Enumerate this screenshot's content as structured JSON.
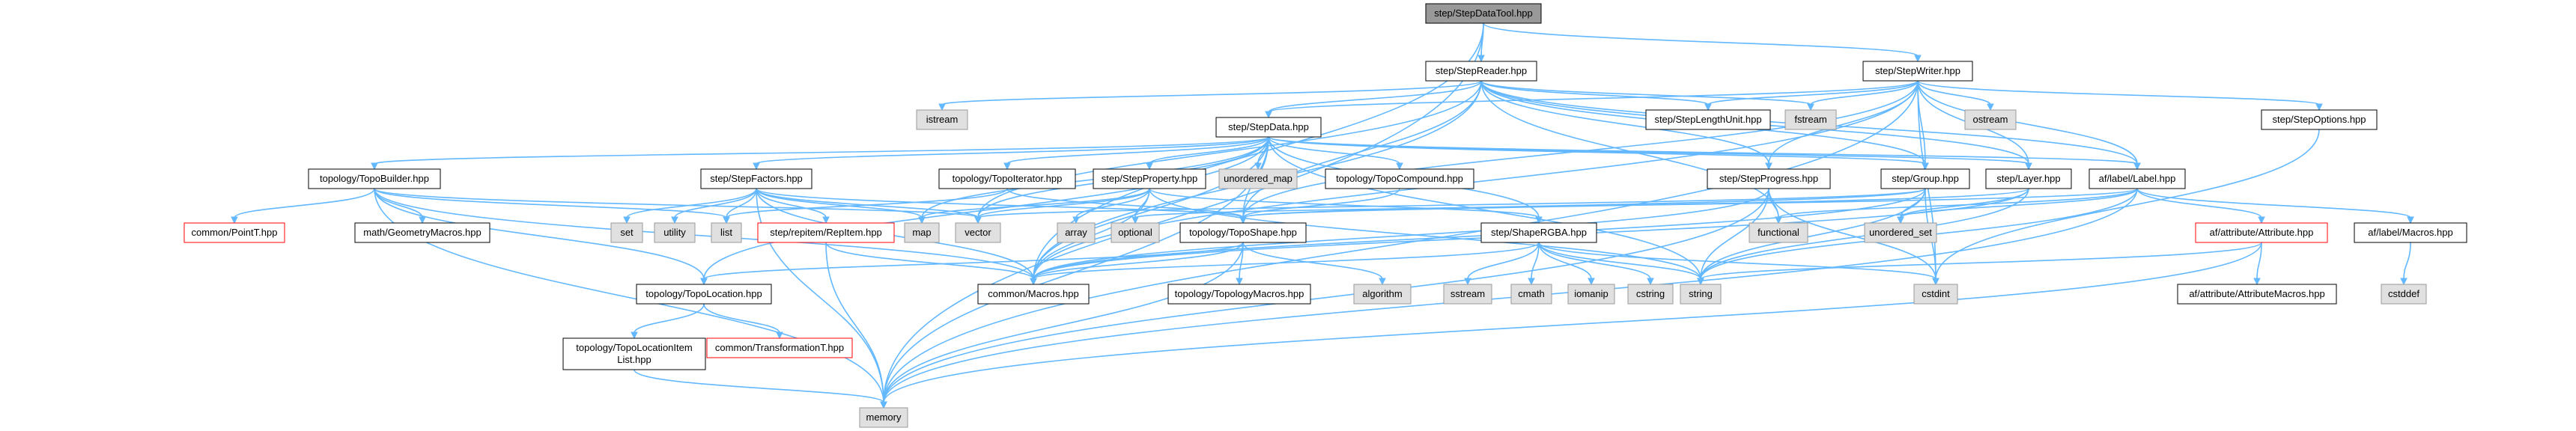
{
  "colors": {
    "root_fill": "#999999",
    "node_fill": "#ffffff",
    "node_stroke": "#000000",
    "missing_fill": "#ffffff",
    "missing_stroke": "#ff0000",
    "external_fill": "#e0e0e0",
    "external_stroke": "#999999",
    "edge": "#63b8ff"
  },
  "nodes": [
    {
      "id": "root",
      "lines": [
        "step/StepDataTool.hpp"
      ],
      "kind": "root"
    },
    {
      "id": "stepreader",
      "lines": [
        "step/StepReader.hpp"
      ],
      "kind": "internal"
    },
    {
      "id": "stepwriter",
      "lines": [
        "step/StepWriter.hpp"
      ],
      "kind": "internal"
    },
    {
      "id": "istream",
      "lines": [
        "istream"
      ],
      "kind": "external"
    },
    {
      "id": "stepdata",
      "lines": [
        "step/StepData.hpp"
      ],
      "kind": "internal"
    },
    {
      "id": "steplengthunit",
      "lines": [
        "step/StepLengthUnit.hpp"
      ],
      "kind": "internal"
    },
    {
      "id": "fstream",
      "lines": [
        "fstream"
      ],
      "kind": "external"
    },
    {
      "id": "ostream",
      "lines": [
        "ostream"
      ],
      "kind": "external"
    },
    {
      "id": "stepoptions",
      "lines": [
        "step/StepOptions.hpp"
      ],
      "kind": "internal"
    },
    {
      "id": "topobuilder",
      "lines": [
        "topology/TopoBuilder.hpp"
      ],
      "kind": "internal"
    },
    {
      "id": "stepfactors",
      "lines": [
        "step/StepFactors.hpp"
      ],
      "kind": "internal"
    },
    {
      "id": "topoiterator",
      "lines": [
        "topology/TopoIterator.hpp"
      ],
      "kind": "internal"
    },
    {
      "id": "stepproperty",
      "lines": [
        "step/StepProperty.hpp"
      ],
      "kind": "internal"
    },
    {
      "id": "unordered_map",
      "lines": [
        "unordered_map"
      ],
      "kind": "external"
    },
    {
      "id": "topocompound",
      "lines": [
        "topology/TopoCompound.hpp"
      ],
      "kind": "internal"
    },
    {
      "id": "stepprogress",
      "lines": [
        "step/StepProgress.hpp"
      ],
      "kind": "internal"
    },
    {
      "id": "stepgroup",
      "lines": [
        "step/Group.hpp"
      ],
      "kind": "internal"
    },
    {
      "id": "steplayer",
      "lines": [
        "step/Layer.hpp"
      ],
      "kind": "internal"
    },
    {
      "id": "aflabel",
      "lines": [
        "af/label/Label.hpp"
      ],
      "kind": "internal"
    },
    {
      "id": "pointt",
      "lines": [
        "common/PointT.hpp"
      ],
      "kind": "missing"
    },
    {
      "id": "geommacros",
      "lines": [
        "math/GeometryMacros.hpp"
      ],
      "kind": "internal"
    },
    {
      "id": "set",
      "lines": [
        "set"
      ],
      "kind": "external"
    },
    {
      "id": "utility",
      "lines": [
        "utility"
      ],
      "kind": "external"
    },
    {
      "id": "list",
      "lines": [
        "list"
      ],
      "kind": "external"
    },
    {
      "id": "repitem",
      "lines": [
        "step/repitem/RepItem.hpp"
      ],
      "kind": "missing"
    },
    {
      "id": "map",
      "lines": [
        "map"
      ],
      "kind": "external"
    },
    {
      "id": "vector",
      "lines": [
        "vector"
      ],
      "kind": "external"
    },
    {
      "id": "array",
      "lines": [
        "array"
      ],
      "kind": "external"
    },
    {
      "id": "optional",
      "lines": [
        "optional"
      ],
      "kind": "external"
    },
    {
      "id": "toposhape",
      "lines": [
        "topology/TopoShape.hpp"
      ],
      "kind": "internal"
    },
    {
      "id": "shapergba",
      "lines": [
        "step/ShapeRGBA.hpp"
      ],
      "kind": "internal"
    },
    {
      "id": "functional",
      "lines": [
        "functional"
      ],
      "kind": "external"
    },
    {
      "id": "unordered_set",
      "lines": [
        "unordered_set"
      ],
      "kind": "external"
    },
    {
      "id": "afattribute",
      "lines": [
        "af/attribute/Attribute.hpp"
      ],
      "kind": "missing"
    },
    {
      "id": "aflabelmacros",
      "lines": [
        "af/label/Macros.hpp"
      ],
      "kind": "internal"
    },
    {
      "id": "topolocation",
      "lines": [
        "topology/TopoLocation.hpp"
      ],
      "kind": "internal"
    },
    {
      "id": "commonmacros",
      "lines": [
        "common/Macros.hpp"
      ],
      "kind": "internal"
    },
    {
      "id": "topomacros",
      "lines": [
        "topology/TopologyMacros.hpp"
      ],
      "kind": "internal"
    },
    {
      "id": "algorithm",
      "lines": [
        "algorithm"
      ],
      "kind": "external"
    },
    {
      "id": "sstream",
      "lines": [
        "sstream"
      ],
      "kind": "external"
    },
    {
      "id": "cmath",
      "lines": [
        "cmath"
      ],
      "kind": "external"
    },
    {
      "id": "iomanip",
      "lines": [
        "iomanip"
      ],
      "kind": "external"
    },
    {
      "id": "cstring",
      "lines": [
        "cstring"
      ],
      "kind": "external"
    },
    {
      "id": "string",
      "lines": [
        "string"
      ],
      "kind": "external"
    },
    {
      "id": "cstdint",
      "lines": [
        "cstdint"
      ],
      "kind": "external"
    },
    {
      "id": "attrmacros",
      "lines": [
        "af/attribute/AttributeMacros.hpp"
      ],
      "kind": "internal"
    },
    {
      "id": "cstddef",
      "lines": [
        "cstddef"
      ],
      "kind": "external"
    },
    {
      "id": "topolocitemlist",
      "lines": [
        "topology/TopoLocationItem",
        "List.hpp"
      ],
      "kind": "internal"
    },
    {
      "id": "transformt",
      "lines": [
        "common/TransformationT.hpp"
      ],
      "kind": "missing"
    },
    {
      "id": "memory",
      "lines": [
        "memory"
      ],
      "kind": "external"
    }
  ],
  "edges": [
    [
      "root",
      "stepreader"
    ],
    [
      "root",
      "stepwriter"
    ],
    [
      "root",
      "commonmacros"
    ],
    [
      "root",
      "memory"
    ],
    [
      "stepreader",
      "istream"
    ],
    [
      "stepreader",
      "stepdata"
    ],
    [
      "stepreader",
      "steplengthunit"
    ],
    [
      "stepreader",
      "fstream"
    ],
    [
      "stepreader",
      "stepprogress"
    ],
    [
      "stepreader",
      "stepgroup"
    ],
    [
      "stepreader",
      "steplayer"
    ],
    [
      "stepreader",
      "aflabel"
    ],
    [
      "stepreader",
      "toposhape"
    ],
    [
      "stepreader",
      "commonmacros"
    ],
    [
      "stepreader",
      "vector"
    ],
    [
      "stepreader",
      "functional"
    ],
    [
      "stepwriter",
      "ostream"
    ],
    [
      "stepwriter",
      "stepdata"
    ],
    [
      "stepwriter",
      "steplengthunit"
    ],
    [
      "stepwriter",
      "fstream"
    ],
    [
      "stepwriter",
      "stepoptions"
    ],
    [
      "stepwriter",
      "stepprogress"
    ],
    [
      "stepwriter",
      "stepgroup"
    ],
    [
      "stepwriter",
      "steplayer"
    ],
    [
      "stepwriter",
      "aflabel"
    ],
    [
      "stepwriter",
      "toposhape"
    ],
    [
      "stepwriter",
      "memory"
    ],
    [
      "stepwriter",
      "cstdint"
    ],
    [
      "stepwriter",
      "commonmacros"
    ],
    [
      "stepdata",
      "topobuilder"
    ],
    [
      "stepdata",
      "stepfactors"
    ],
    [
      "stepdata",
      "topoiterator"
    ],
    [
      "stepdata",
      "stepproperty"
    ],
    [
      "stepdata",
      "unordered_map"
    ],
    [
      "stepdata",
      "topocompound"
    ],
    [
      "stepdata",
      "shapergba"
    ],
    [
      "stepdata",
      "stepgroup"
    ],
    [
      "stepdata",
      "steplayer"
    ],
    [
      "stepdata",
      "commonmacros"
    ],
    [
      "stepdata",
      "vector"
    ],
    [
      "stepdata",
      "string"
    ],
    [
      "stepdata",
      "map"
    ],
    [
      "stepdata",
      "memory"
    ],
    [
      "stepdata",
      "toposhape"
    ],
    [
      "stepdata",
      "topolocation"
    ],
    [
      "stepdata",
      "aflabel"
    ],
    [
      "stepoptions",
      "cstdint"
    ],
    [
      "topobuilder",
      "pointt"
    ],
    [
      "topobuilder",
      "geommacros"
    ],
    [
      "topobuilder",
      "topolocation"
    ],
    [
      "topobuilder",
      "commonmacros"
    ],
    [
      "topobuilder",
      "vector"
    ],
    [
      "topobuilder",
      "list"
    ],
    [
      "topobuilder",
      "memory"
    ],
    [
      "stepfactors",
      "set"
    ],
    [
      "stepfactors",
      "utility"
    ],
    [
      "stepfactors",
      "list"
    ],
    [
      "stepfactors",
      "repitem"
    ],
    [
      "stepfactors",
      "map"
    ],
    [
      "stepfactors",
      "vector"
    ],
    [
      "stepfactors",
      "commonmacros"
    ],
    [
      "stepfactors",
      "toposhape"
    ],
    [
      "stepfactors",
      "memory"
    ],
    [
      "topoiterator",
      "toposhape"
    ],
    [
      "topoiterator",
      "list"
    ],
    [
      "stepproperty",
      "array"
    ],
    [
      "stepproperty",
      "optional"
    ],
    [
      "stepproperty",
      "map"
    ],
    [
      "stepproperty",
      "vector"
    ],
    [
      "stepproperty",
      "string"
    ],
    [
      "stepproperty",
      "commonmacros"
    ],
    [
      "stepproperty",
      "shapergba"
    ],
    [
      "topocompound",
      "toposhape"
    ],
    [
      "stepprogress",
      "functional"
    ],
    [
      "stepprogress",
      "string"
    ],
    [
      "stepprogress",
      "cstdint"
    ],
    [
      "stepprogress",
      "commonmacros"
    ],
    [
      "stepprogress",
      "memory"
    ],
    [
      "stepgroup",
      "toposhape"
    ],
    [
      "stepgroup",
      "string"
    ],
    [
      "stepgroup",
      "vector"
    ],
    [
      "stepgroup",
      "unordered_set"
    ],
    [
      "stepgroup",
      "commonmacros"
    ],
    [
      "stepgroup",
      "cstdint"
    ],
    [
      "steplayer",
      "toposhape"
    ],
    [
      "steplayer",
      "string"
    ],
    [
      "steplayer",
      "unordered_set"
    ],
    [
      "steplayer",
      "commonmacros"
    ],
    [
      "aflabel",
      "afattribute"
    ],
    [
      "aflabel",
      "aflabelmacros"
    ],
    [
      "aflabel",
      "string"
    ],
    [
      "aflabel",
      "unordered_set"
    ],
    [
      "aflabel",
      "functional"
    ],
    [
      "aflabel",
      "memory"
    ],
    [
      "aflabel",
      "optional"
    ],
    [
      "repitem",
      "commonmacros"
    ],
    [
      "repitem",
      "memory"
    ],
    [
      "toposhape",
      "topolocation"
    ],
    [
      "toposhape",
      "commonmacros"
    ],
    [
      "toposhape",
      "topomacros"
    ],
    [
      "toposhape",
      "algorithm"
    ],
    [
      "toposhape",
      "memory"
    ],
    [
      "shapergba",
      "sstream"
    ],
    [
      "shapergba",
      "cmath"
    ],
    [
      "shapergba",
      "iomanip"
    ],
    [
      "shapergba",
      "cstring"
    ],
    [
      "shapergba",
      "string"
    ],
    [
      "shapergba",
      "cstdint"
    ],
    [
      "shapergba",
      "commonmacros"
    ],
    [
      "afattribute",
      "attrmacros"
    ],
    [
      "afattribute",
      "string"
    ],
    [
      "afattribute",
      "memory"
    ],
    [
      "aflabelmacros",
      "cstddef"
    ],
    [
      "topolocation",
      "topolocitemlist"
    ],
    [
      "topolocation",
      "transformt"
    ],
    [
      "topolocitemlist",
      "memory"
    ]
  ]
}
